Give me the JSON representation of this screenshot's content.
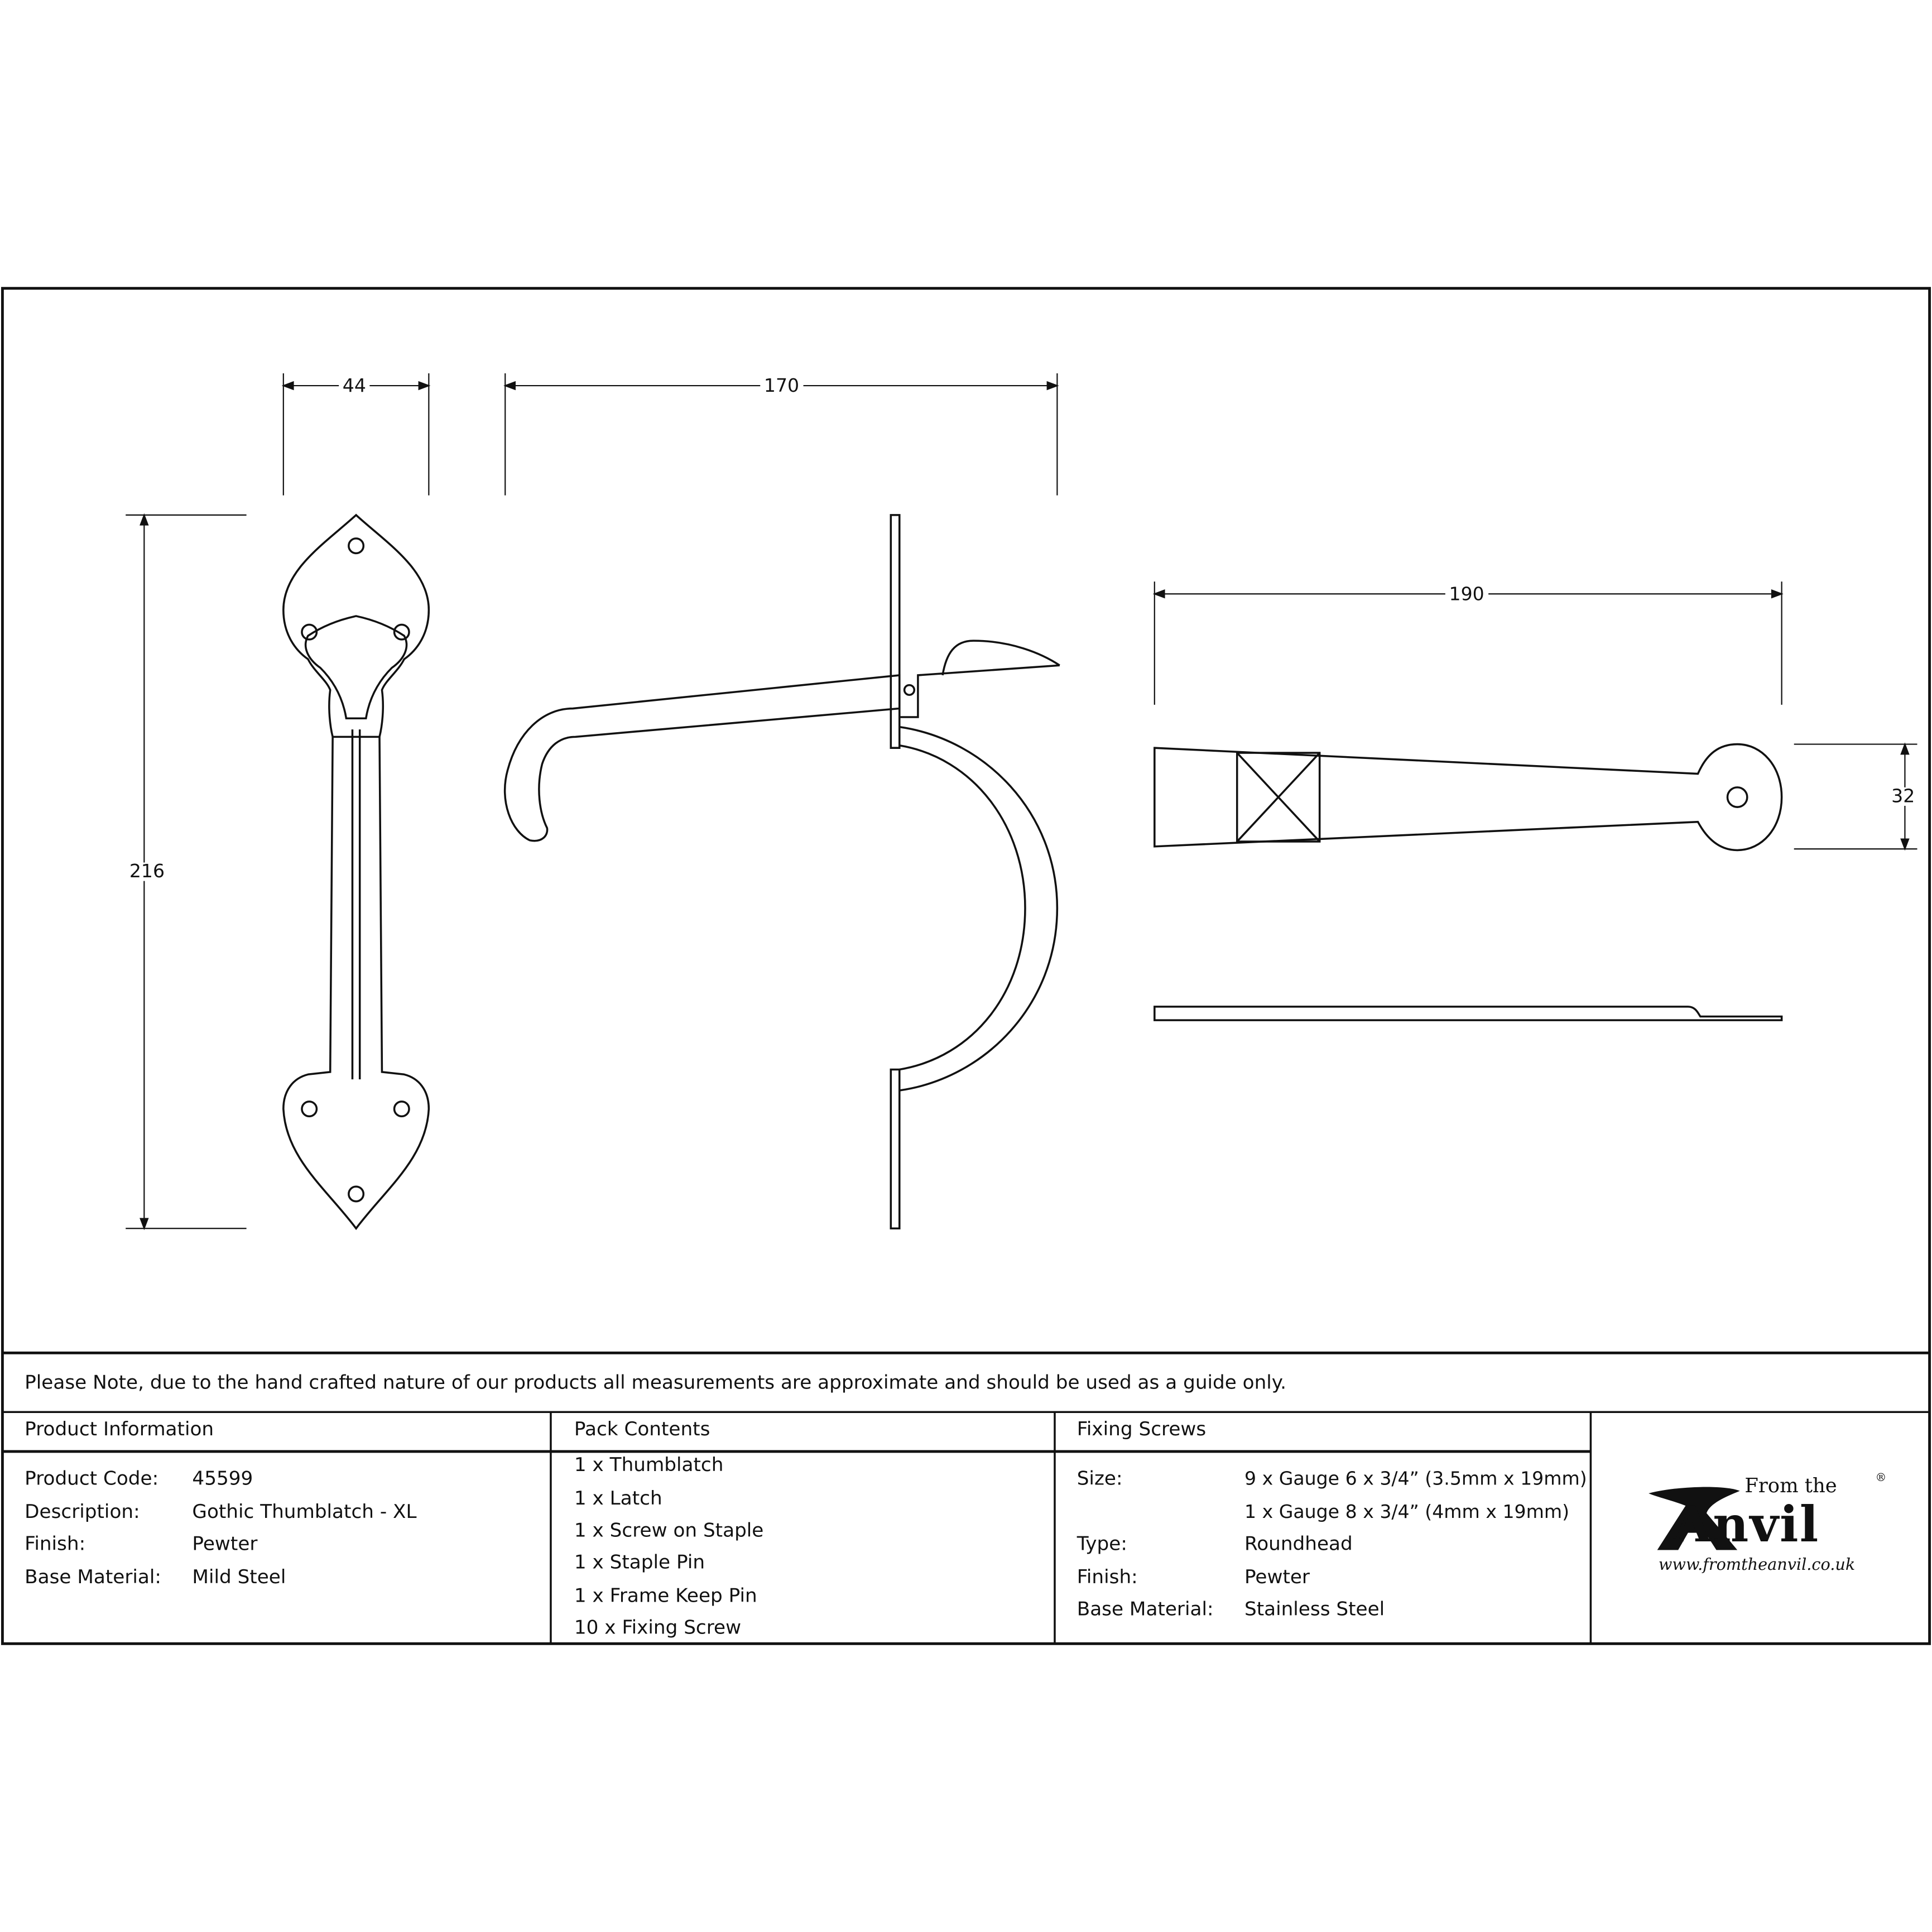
{
  "dimensions": {
    "width_handle": "44",
    "projection": "170",
    "height": "216",
    "bar_length": "190",
    "bar_height": "32"
  },
  "note": "Please Note, due to the hand crafted nature of our products all measurements are approximate and should be used as a guide only.",
  "product_info": {
    "header": "Product Information",
    "rows": [
      {
        "label": "Product Code:",
        "value": "45599"
      },
      {
        "label": "Description:",
        "value": "Gothic Thumblatch - XL"
      },
      {
        "label": "Finish:",
        "value": "Pewter"
      },
      {
        "label": "Base Material:",
        "value": "Mild Steel"
      }
    ]
  },
  "pack_contents": {
    "header": "Pack Contents",
    "items": [
      "1 x Thumblatch",
      "1 x Latch",
      "1 x Screw on Staple",
      "1 x Staple Pin",
      "1 x Frame Keep Pin",
      "10 x Fixing Screw"
    ]
  },
  "fixing_screws": {
    "header": "Fixing Screws",
    "size_label": "Size:",
    "size_values": [
      "9 x Gauge 6 x 3/4” (3.5mm x 19mm)",
      "1 x Gauge 8 x 3/4” (4mm x 19mm)"
    ],
    "rows": [
      {
        "label": "Type:",
        "value": "Roundhead"
      },
      {
        "label": "Finish:",
        "value": "Pewter"
      },
      {
        "label": "Base Material:",
        "value": "Stainless Steel"
      }
    ]
  },
  "logo": {
    "from_the": "From the",
    "anvil": "Anvil",
    "url": "www.fromtheanvil.co.uk",
    "registered": "®"
  }
}
